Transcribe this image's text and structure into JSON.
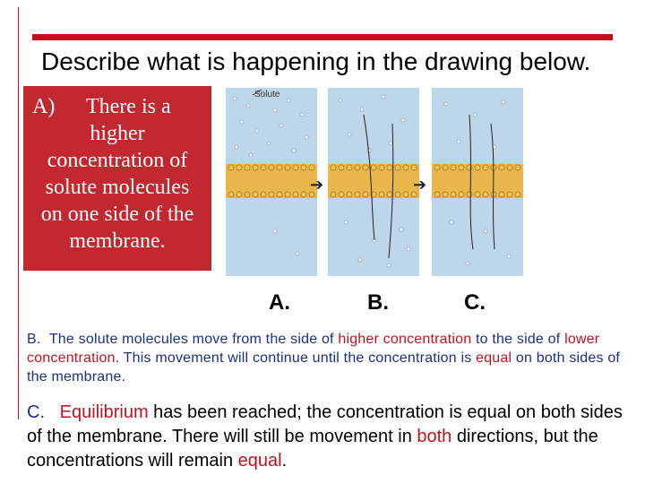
{
  "heading": "Describe what is happening in the drawing below.",
  "callout": {
    "marker": "A)",
    "line1": "There is a",
    "line2": "higher",
    "line3": "concentration of",
    "line4": "solute molecules",
    "line5": "on one side of the",
    "line6": "membrane."
  },
  "diagram": {
    "solute_label": "Solute",
    "labels": [
      "A.",
      "B.",
      "C."
    ]
  },
  "para_b": {
    "marker": "B.",
    "part1": "The solute molecules move from the side of ",
    "part2": "higher concentration",
    "part3": " to the side of ",
    "part4": "lower concentration",
    "part5": ". This movement will continue until the concentration is ",
    "part6": "equal",
    "part7": " on both sides of the membrane."
  },
  "para_c": {
    "marker": "C.",
    "part1": "Equilibrium",
    "part2": " has been reached; the concentration is equal on both sides of the membrane. There will still be movement in ",
    "part3": "both",
    "part4": " directions, but the concentrations will remain ",
    "part5": "equal",
    "part6": "."
  }
}
